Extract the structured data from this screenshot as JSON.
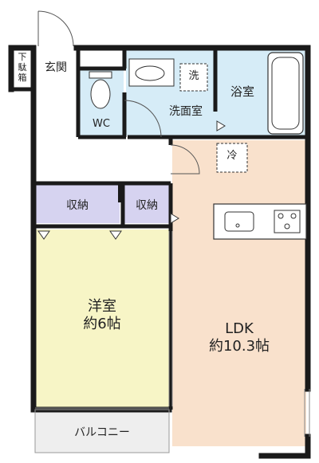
{
  "rooms": {
    "shoe_box": {
      "chars": [
        "下",
        "駄",
        "箱"
      ]
    },
    "entrance": {
      "label": "玄関"
    },
    "wc": {
      "label": "WC"
    },
    "washroom": {
      "label": "洗面室"
    },
    "washer": {
      "label": "洗"
    },
    "bath": {
      "label": "浴室"
    },
    "fridge": {
      "label": "冷"
    },
    "storage_left": {
      "label": "収納"
    },
    "storage_right": {
      "label": "収納"
    },
    "western_room": {
      "name": "洋室",
      "size": "約6帖"
    },
    "ldk": {
      "name": "LDK",
      "size": "約10.3帖"
    },
    "balcony": {
      "label": "バルコニー"
    }
  },
  "colors": {
    "wall": "#1a1a1a",
    "floor_blue": "#d6ecf7",
    "floor_purple": "#d6d3f0",
    "floor_yellow": "#f7f5c6",
    "floor_peach": "#f9e1cc",
    "balcony": "#eeeeee"
  }
}
